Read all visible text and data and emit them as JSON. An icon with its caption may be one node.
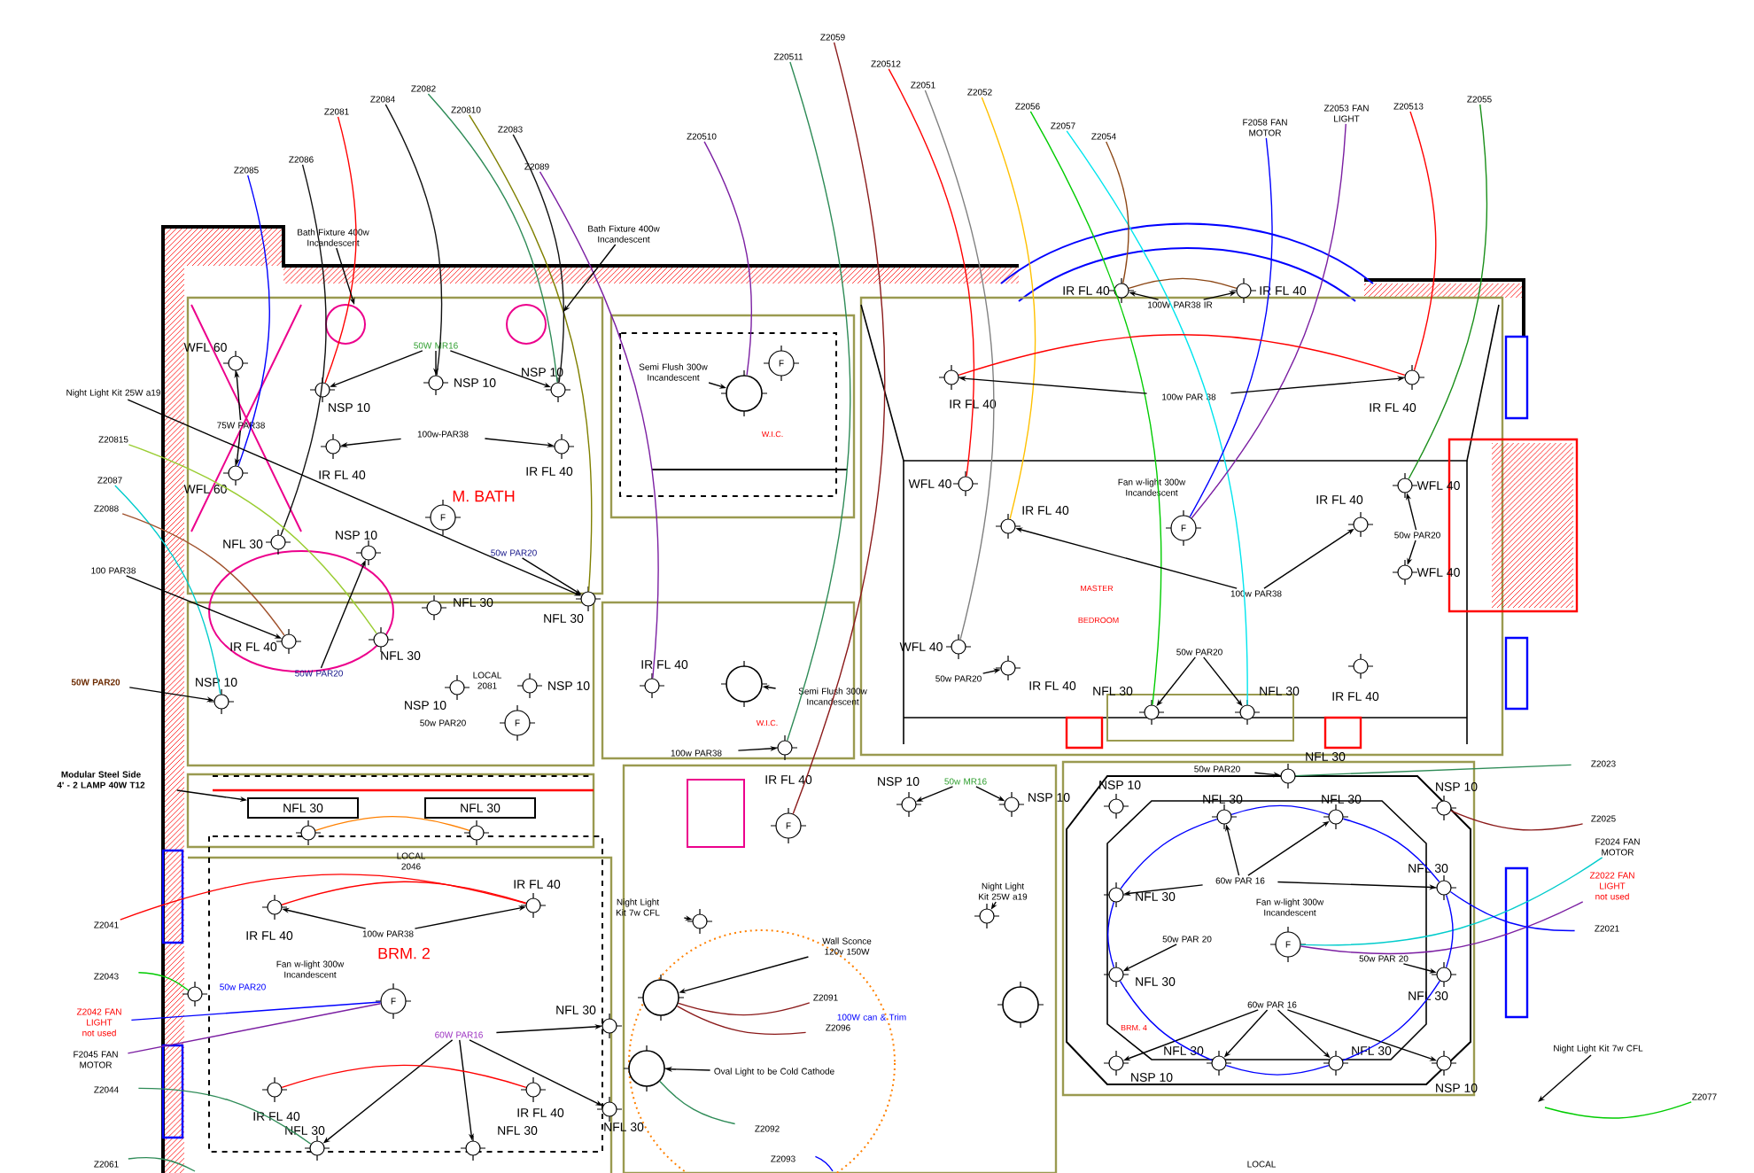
{
  "diagram": {
    "nodes": [
      {
        "text": [
          "Z2085"
        ]
      },
      {
        "text": [
          "Z2086"
        ]
      },
      {
        "text": [
          "Z2081"
        ]
      },
      {
        "text": [
          "Z2084"
        ]
      },
      {
        "text": [
          "Z2082"
        ]
      },
      {
        "text": [
          "Z20810"
        ]
      },
      {
        "text": [
          "Z2083"
        ]
      },
      {
        "text": [
          "Z2089"
        ]
      },
      {
        "text": [
          "Z20510"
        ]
      },
      {
        "text": [
          "Z20511"
        ]
      },
      {
        "text": [
          "Z2059"
        ]
      },
      {
        "text": [
          "Z20512"
        ]
      },
      {
        "text": [
          "Z2051"
        ]
      },
      {
        "text": [
          "Z2052"
        ]
      },
      {
        "text": [
          "Z2056"
        ]
      },
      {
        "text": [
          "Z2057"
        ]
      },
      {
        "text": [
          "Z2054"
        ]
      },
      {
        "text": [
          "F2058 FAN MOTOR"
        ]
      },
      {
        "text": [
          "Z2053 FAN LIGHT"
        ]
      },
      {
        "text": [
          "Z20513"
        ]
      },
      {
        "text": [
          "Z2055"
        ]
      },
      {
        "text": [
          "Z20815"
        ]
      },
      {
        "text": [
          "Z2087"
        ]
      },
      {
        "text": [
          "Z2088"
        ]
      },
      {
        "text": [
          "Z2041"
        ]
      },
      {
        "text": [
          "Z2043"
        ]
      },
      {
        "text": [
          "Z2042 FAN LIGHT not used"
        ]
      },
      {
        "text": [
          "F2045 FAN MOTOR"
        ]
      },
      {
        "text": [
          "Z2044"
        ]
      },
      {
        "text": [
          "Z2061"
        ]
      },
      {
        "text": [
          "Z2023"
        ]
      },
      {
        "text": [
          "Z2025"
        ]
      },
      {
        "text": [
          "F2024 FAN MOTOR"
        ]
      },
      {
        "text": [
          "Z2022 FAN LIGHT not used"
        ]
      },
      {
        "text": [
          "Z2021"
        ]
      },
      {
        "text": [
          "Z2077"
        ]
      },
      {
        "text": [
          "Z2091"
        ]
      },
      {
        "text": [
          "Z2096"
        ]
      },
      {
        "text": [
          "Z2092"
        ]
      },
      {
        "text": [
          "Z2093"
        ]
      },
      {
        "text": [
          "Bath Fixture 400w Incandescent"
        ]
      },
      {
        "text": [
          "Bath Fixture 400w Incandescent"
        ]
      },
      {
        "text": [
          "50W MR16"
        ]
      },
      {
        "text": [
          "Night Light Kit 25W a19"
        ]
      },
      {
        "text": [
          "75W PAR38"
        ]
      },
      {
        "text": [
          "100w-PAR38"
        ]
      },
      {
        "text": [
          "Semi Flush 300w Incandescent"
        ]
      },
      {
        "text": [
          "100 PAR38"
        ]
      },
      {
        "text": [
          "50W PAR20"
        ]
      },
      {
        "text": [
          "50W PAR20"
        ]
      },
      {
        "text": [
          "50w PAR20"
        ]
      },
      {
        "text": [
          "50w PAR20"
        ]
      },
      {
        "text": [
          "LOCAL 2081"
        ]
      },
      {
        "text": [
          "Semi Flush 300w Incandescent"
        ]
      },
      {
        "text": [
          "100w PAR38"
        ]
      },
      {
        "text": [
          "Modular Steel Side 4' - 2 LAMP 40W T12"
        ]
      },
      {
        "text": [
          "LOCAL 2046"
        ]
      },
      {
        "text": [
          "100w PAR38"
        ]
      },
      {
        "text": [
          "Night Light Kit 7w CFL"
        ]
      },
      {
        "text": [
          "50w PAR20"
        ]
      },
      {
        "text": [
          "Fan w-light 300w Incandescent"
        ]
      },
      {
        "text": [
          "60W PAR16"
        ]
      },
      {
        "text": [
          "Wall Sconce 120v 150W"
        ]
      },
      {
        "text": [
          "Oval Light to be Cold Cathode"
        ]
      },
      {
        "text": [
          "100W can & Trim"
        ]
      },
      {
        "text": [
          "100W PAR38 IR"
        ]
      },
      {
        "text": [
          "100w PAR 38"
        ]
      },
      {
        "text": [
          "Fan w-light 300w Incandescent"
        ]
      },
      {
        "text": [
          "50w PAR20"
        ]
      },
      {
        "text": [
          "100w PAR38"
        ]
      },
      {
        "text": [
          "50w PAR20"
        ]
      },
      {
        "text": [
          "50w PAR20"
        ]
      },
      {
        "text": [
          "50w PAR20"
        ]
      },
      {
        "text": [
          "50w MR16"
        ]
      },
      {
        "text": [
          "Night Light Kit 25W a19"
        ]
      },
      {
        "text": [
          "60w PAR 16"
        ]
      },
      {
        "text": [
          "Fan w-light 300w Incandescent"
        ]
      },
      {
        "text": [
          "50w PAR 20"
        ]
      },
      {
        "text": [
          "50w PAR 20"
        ]
      },
      {
        "text": [
          "60w PAR 16"
        ]
      },
      {
        "text": [
          "Night Light Kit 7w CFL"
        ]
      },
      {
        "text": [
          "LOCAL"
        ]
      },
      {
        "text": [],
        "shape": "circle",
        "beside": [
          "WFL 60"
        ]
      },
      {
        "text": [],
        "shape": "circle",
        "beside": [
          "WFL 60"
        ]
      },
      {
        "text": [],
        "shape": "circle",
        "beside": [
          "NSP 10"
        ]
      },
      {
        "text": [],
        "shape": "circle",
        "beside": [
          "NSP 10"
        ]
      },
      {
        "text": [],
        "shape": "circle",
        "beside": [
          "NSP 10"
        ]
      },
      {
        "text": [],
        "shape": "circle",
        "beside": [
          "IR FL 40"
        ]
      },
      {
        "text": [],
        "shape": "circle",
        "beside": [
          "IR FL 40"
        ]
      },
      {
        "text": [
          "F"
        ]
      },
      {
        "text": [],
        "shape": "circle",
        "beside": [
          "NFL 30"
        ]
      },
      {
        "text": [],
        "shape": "circle",
        "beside": [
          "NSP 10"
        ]
      },
      {
        "text": [],
        "shape": "circle",
        "beside": [
          "IR FL 40"
        ]
      },
      {
        "text": [],
        "shape": "circle",
        "beside": [
          "NSP 10"
        ]
      },
      {
        "text": [],
        "shape": "circle",
        "beside": [
          "NFL 30"
        ]
      },
      {
        "text": [],
        "shape": "circle",
        "beside": [
          "NFL 30"
        ]
      },
      {
        "text": [],
        "shape": "circle",
        "beside": [
          "NFL 30"
        ]
      },
      {
        "text": [],
        "shape": "circle",
        "beside": [
          "NSP 10"
        ]
      },
      {
        "text": [],
        "shape": "circle",
        "beside": [
          "NSP 10"
        ]
      },
      {
        "text": [
          "F"
        ]
      },
      {
        "text": [],
        "shape": "circle",
        "beside": [
          "IR FL 40"
        ]
      },
      {
        "text": [],
        "shape": "circle"
      },
      {
        "text": [],
        "shape": "circle",
        "beside": [
          "IR FL 40"
        ]
      },
      {
        "text": [
          "F"
        ]
      },
      {
        "text": [],
        "shape": "circle"
      },
      {
        "text": [
          "F"
        ]
      },
      {
        "text": [
          "NFL 30"
        ]
      },
      {
        "text": [
          "NFL 30"
        ]
      },
      {
        "text": [],
        "shape": "circle"
      },
      {
        "text": [],
        "shape": "circle"
      },
      {
        "text": [],
        "shape": "circle",
        "beside": [
          "IR FL 40"
        ]
      },
      {
        "text": [],
        "shape": "circle",
        "beside": [
          "IR FL 40"
        ]
      },
      {
        "text": [],
        "shape": "circle"
      },
      {
        "text": [
          "F"
        ]
      },
      {
        "text": [],
        "shape": "circle",
        "beside": [
          "IR FL 40"
        ]
      },
      {
        "text": [],
        "shape": "circle",
        "beside": [
          "IR FL 40"
        ]
      },
      {
        "text": [],
        "shape": "circle",
        "beside": [
          "NFL 30"
        ]
      },
      {
        "text": [],
        "shape": "circle",
        "beside": [
          "NFL 30"
        ]
      },
      {
        "text": [],
        "shape": "circle",
        "beside": [
          "NFL 30"
        ]
      },
      {
        "text": [],
        "shape": "circle",
        "beside": [
          "NFL 30"
        ]
      },
      {
        "text": [],
        "shape": "circle"
      },
      {
        "text": [],
        "shape": "circle"
      },
      {
        "text": [],
        "shape": "circle"
      },
      {
        "text": [],
        "shape": "circle",
        "beside": [
          "IR FL 40"
        ]
      },
      {
        "text": [],
        "shape": "circle",
        "beside": [
          "IR FL 40"
        ]
      },
      {
        "text": [],
        "shape": "circle",
        "beside": [
          "IR FL 40"
        ]
      },
      {
        "text": [],
        "shape": "circle",
        "beside": [
          "IR FL 40"
        ]
      },
      {
        "text": [],
        "shape": "circle",
        "beside": [
          "WFL 40"
        ]
      },
      {
        "text": [],
        "shape": "circle",
        "beside": [
          "IR FL 40"
        ]
      },
      {
        "text": [
          "F"
        ]
      },
      {
        "text": [],
        "shape": "circle",
        "beside": [
          "IR FL 40"
        ]
      },
      {
        "text": [],
        "shape": "circle",
        "beside": [
          "WFL 40"
        ]
      },
      {
        "text": [],
        "shape": "circle",
        "beside": [
          "WFL 40"
        ]
      },
      {
        "text": [],
        "shape": "circle",
        "beside": [
          "WFL 40"
        ]
      },
      {
        "text": [],
        "shape": "circle",
        "beside": [
          "IR FL 40"
        ]
      },
      {
        "text": [],
        "shape": "circle",
        "beside": [
          "IR FL 40"
        ]
      },
      {
        "text": [],
        "shape": "circle",
        "beside": [
          "NFL 30"
        ]
      },
      {
        "text": [],
        "shape": "circle",
        "beside": [
          "NFL 30"
        ]
      },
      {
        "text": [],
        "shape": "circle",
        "beside": [
          "NSP 10"
        ]
      },
      {
        "text": [],
        "shape": "circle",
        "beside": [
          "NSP 10"
        ]
      },
      {
        "text": [],
        "shape": "circle"
      },
      {
        "text": [],
        "shape": "circle"
      },
      {
        "text": [],
        "shape": "circle",
        "beside": [
          "NFL 30"
        ]
      },
      {
        "text": [],
        "shape": "circle",
        "beside": [
          "NSP 10"
        ]
      },
      {
        "text": [],
        "shape": "circle",
        "beside": [
          "NSP 10"
        ]
      },
      {
        "text": [],
        "shape": "circle",
        "beside": [
          "NFL 30"
        ]
      },
      {
        "text": [],
        "shape": "circle",
        "beside": [
          "NFL 30"
        ]
      },
      {
        "text": [],
        "shape": "circle",
        "beside": [
          "NFL 30"
        ]
      },
      {
        "text": [],
        "shape": "circle",
        "beside": [
          "NFL 30"
        ]
      },
      {
        "text": [
          "F"
        ]
      },
      {
        "text": [],
        "shape": "circle",
        "beside": [
          "NFL 30"
        ]
      },
      {
        "text": [],
        "shape": "circle",
        "beside": [
          "NFL 30"
        ]
      },
      {
        "text": [],
        "shape": "circle",
        "beside": [
          "NSP 10"
        ]
      },
      {
        "text": [],
        "shape": "circle",
        "beside": [
          "NFL 30"
        ]
      },
      {
        "text": [],
        "shape": "circle",
        "beside": [
          "NFL 30"
        ]
      },
      {
        "text": [],
        "shape": "circle",
        "beside": [
          "NSP 10"
        ]
      }
    ],
    "edges": [
      {
        "from": 0,
        "to": 83,
        "arrow": "none",
        "color": "#0000ff"
      },
      {
        "from": 1,
        "to": 90,
        "arrow": "none",
        "color": "#111111"
      },
      {
        "from": 2,
        "to": 84,
        "arrow": "none",
        "color": "#ff0000"
      },
      {
        "from": 3,
        "to": 85,
        "arrow": "none",
        "color": "#111111"
      },
      {
        "from": 4,
        "to": 86,
        "arrow": "none",
        "color": "#2e8b57"
      },
      {
        "from": 5,
        "to": 96,
        "arrow": "none",
        "color": "#808000"
      },
      {
        "from": 6,
        "to": 86,
        "arrow": "none",
        "color": "#111111"
      },
      {
        "from": 7,
        "to": 100,
        "arrow": "none",
        "color": "#7b1fa2"
      },
      {
        "from": 8,
        "to": 104,
        "arrow": "none",
        "color": "#7b1fa2"
      },
      {
        "from": 9,
        "to": 102,
        "arrow": "none",
        "color": "#2e8b57"
      },
      {
        "from": 10,
        "to": 103,
        "arrow": "none",
        "color": "#8b1a1a"
      },
      {
        "from": 11,
        "to": 127,
        "arrow": "none",
        "color": "#ff0000"
      },
      {
        "from": 12,
        "to": 133,
        "arrow": "none",
        "color": "#808080"
      },
      {
        "from": 13,
        "to": 128,
        "arrow": "none",
        "color": "#ffc000"
      },
      {
        "from": 14,
        "to": 136,
        "arrow": "none",
        "color": "#00cc00"
      },
      {
        "from": 15,
        "to": 137,
        "arrow": "none",
        "color": "#00e5ee"
      },
      {
        "from": 16,
        "to": 123,
        "arrow": "none",
        "color": "#8b4513"
      },
      {
        "from": 17,
        "to": 129,
        "arrow": "none",
        "color": "#0000ff"
      },
      {
        "from": 18,
        "to": 129,
        "arrow": "none",
        "color": "#7b1fa2"
      },
      {
        "from": 19,
        "to": 126,
        "arrow": "none",
        "color": "#ff0000"
      },
      {
        "from": 20,
        "to": 131,
        "arrow": "none",
        "color": "#1a8f1a"
      },
      {
        "from": 21,
        "to": 94,
        "arrow": "none",
        "color": "#9acd32"
      },
      {
        "from": 22,
        "to": 93,
        "arrow": "none",
        "color": "#00cccc"
      },
      {
        "from": 23,
        "to": 92,
        "arrow": "none",
        "color": "#a0522d"
      },
      {
        "from": 24,
        "to": 111,
        "arrow": "none",
        "color": "#ff0000"
      },
      {
        "from": 25,
        "to": 112,
        "arrow": "none",
        "color": "#00cc00"
      },
      {
        "from": 26,
        "to": 113,
        "arrow": "none",
        "color": "#0000ff"
      },
      {
        "from": 27,
        "to": 113,
        "arrow": "none",
        "color": "#7b1fa2"
      },
      {
        "from": 28,
        "to": 118,
        "arrow": "none",
        "color": "#2e8b57"
      },
      {
        "from": 29,
        "to": null,
        "arrow": "none",
        "color": "#2e8b57"
      },
      {
        "from": 30,
        "to": 142,
        "arrow": "none",
        "color": "#2e8b57"
      },
      {
        "from": 31,
        "to": 144,
        "arrow": "none",
        "color": "#8b1a1a"
      },
      {
        "from": 32,
        "to": 149,
        "arrow": "none",
        "color": "#00cccc"
      },
      {
        "from": 33,
        "to": 149,
        "arrow": "none",
        "color": "#7b1fa2"
      },
      {
        "from": 34,
        "to": 148,
        "arrow": "none",
        "color": "#0000ff"
      },
      {
        "from": 35,
        "to": null,
        "arrow": "none",
        "color": "#00cc00"
      },
      {
        "from": 36,
        "to": 121,
        "arrow": "none",
        "color": "#8b1a1a"
      },
      {
        "from": 37,
        "to": 121,
        "arrow": "none",
        "color": "#8b1a1a"
      },
      {
        "from": 38,
        "to": 122,
        "arrow": "none",
        "color": "#2e8b57"
      },
      {
        "from": 39,
        "to": null,
        "arrow": "none",
        "color": "#0000ff"
      },
      {
        "from": 40,
        "to": null,
        "arrow": "to"
      },
      {
        "from": 41,
        "to": null,
        "arrow": "to"
      },
      {
        "from": 42,
        "to": 84,
        "arrow": "to"
      },
      {
        "from": 42,
        "to": 85,
        "arrow": "to"
      },
      {
        "from": 42,
        "to": 86,
        "arrow": "to"
      },
      {
        "from": 43,
        "to": 96,
        "arrow": "to"
      },
      {
        "from": 44,
        "to": 82,
        "arrow": "to"
      },
      {
        "from": 44,
        "to": 83,
        "arrow": "to"
      },
      {
        "from": 45,
        "to": 87,
        "arrow": "to"
      },
      {
        "from": 45,
        "to": 88,
        "arrow": "to"
      },
      {
        "from": 46,
        "to": 104,
        "arrow": "to"
      },
      {
        "from": 47,
        "to": 92,
        "arrow": "to"
      },
      {
        "from": 48,
        "to": 91,
        "arrow": "to"
      },
      {
        "from": 49,
        "to": 93,
        "arrow": "to"
      },
      {
        "from": 50,
        "to": 96,
        "arrow": "to"
      },
      {
        "from": 53,
        "to": 101,
        "arrow": "to"
      },
      {
        "from": 54,
        "to": 102,
        "arrow": "to"
      },
      {
        "from": 55,
        "to": 106,
        "arrow": "to"
      },
      {
        "from": 57,
        "to": 110,
        "arrow": "to"
      },
      {
        "from": 57,
        "to": 111,
        "arrow": "to"
      },
      {
        "from": 58,
        "to": 120,
        "arrow": "to"
      },
      {
        "from": 61,
        "to": 116,
        "arrow": "to"
      },
      {
        "from": 61,
        "to": 117,
        "arrow": "to"
      },
      {
        "from": 61,
        "to": 118,
        "arrow": "to"
      },
      {
        "from": 61,
        "to": 119,
        "arrow": "to"
      },
      {
        "from": 62,
        "to": 121,
        "arrow": "to"
      },
      {
        "from": 63,
        "to": 122,
        "arrow": "to"
      },
      {
        "from": 65,
        "to": 123,
        "arrow": "to"
      },
      {
        "from": 65,
        "to": 124,
        "arrow": "to"
      },
      {
        "from": 66,
        "to": 125,
        "arrow": "to"
      },
      {
        "from": 66,
        "to": 126,
        "arrow": "to"
      },
      {
        "from": 68,
        "to": 131,
        "arrow": "to"
      },
      {
        "from": 68,
        "to": 132,
        "arrow": "to"
      },
      {
        "from": 69,
        "to": 128,
        "arrow": "to"
      },
      {
        "from": 69,
        "to": 130,
        "arrow": "to"
      },
      {
        "from": 70,
        "to": 136,
        "arrow": "to"
      },
      {
        "from": 70,
        "to": 137,
        "arrow": "to"
      },
      {
        "from": 71,
        "to": 134,
        "arrow": "to"
      },
      {
        "from": 72,
        "to": 142,
        "arrow": "to"
      },
      {
        "from": 73,
        "to": 138,
        "arrow": "to"
      },
      {
        "from": 73,
        "to": 139,
        "arrow": "to"
      },
      {
        "from": 74,
        "to": 140,
        "arrow": "to"
      },
      {
        "from": 75,
        "to": 145,
        "arrow": "to"
      },
      {
        "from": 75,
        "to": 146,
        "arrow": "to"
      },
      {
        "from": 75,
        "to": 147,
        "arrow": "to"
      },
      {
        "from": 75,
        "to": 148,
        "arrow": "to"
      },
      {
        "from": 77,
        "to": 150,
        "arrow": "to"
      },
      {
        "from": 78,
        "to": 151,
        "arrow": "to"
      },
      {
        "from": 79,
        "to": 152,
        "arrow": "to"
      },
      {
        "from": 79,
        "to": 153,
        "arrow": "to"
      },
      {
        "from": 79,
        "to": 154,
        "arrow": "to"
      },
      {
        "from": 79,
        "to": 155,
        "arrow": "to"
      },
      {
        "from": 80,
        "to": null,
        "arrow": "to"
      },
      {
        "from": 123,
        "to": 124,
        "arrow": "none",
        "color": "#8b4513"
      },
      {
        "from": 125,
        "to": 126,
        "arrow": "none",
        "color": "#ff0000"
      },
      {
        "from": 110,
        "to": 111,
        "arrow": "none",
        "color": "#ff0000"
      },
      {
        "from": 114,
        "to": 115,
        "arrow": "none",
        "color": "#ff0000"
      },
      {
        "from": 108,
        "to": 109,
        "arrow": "none",
        "color": "#ff8000"
      },
      {
        "from": 145,
        "to": 146,
        "arrow": "none",
        "color": "#0000ff"
      },
      {
        "from": 146,
        "to": 148,
        "arrow": "none",
        "color": "#0000ff"
      },
      {
        "from": 148,
        "to": 151,
        "arrow": "none",
        "color": "#0000ff"
      },
      {
        "from": 151,
        "to": 154,
        "arrow": "none",
        "color": "#0000ff"
      },
      {
        "from": 154,
        "to": 153,
        "arrow": "none",
        "color": "#0000ff"
      },
      {
        "from": 153,
        "to": 150,
        "arrow": "none",
        "color": "#0000ff"
      },
      {
        "from": 150,
        "to": 147,
        "arrow": "none",
        "color": "#0000ff"
      },
      {
        "from": 147,
        "to": 145,
        "arrow": "none",
        "color": "#0000ff"
      }
    ],
    "labels": [
      "M. BATH",
      "W.I.C.",
      "W.I.C.",
      "MASTER",
      "BEDROOM",
      "BRM. 2",
      "BRM. 4"
    ]
  }
}
